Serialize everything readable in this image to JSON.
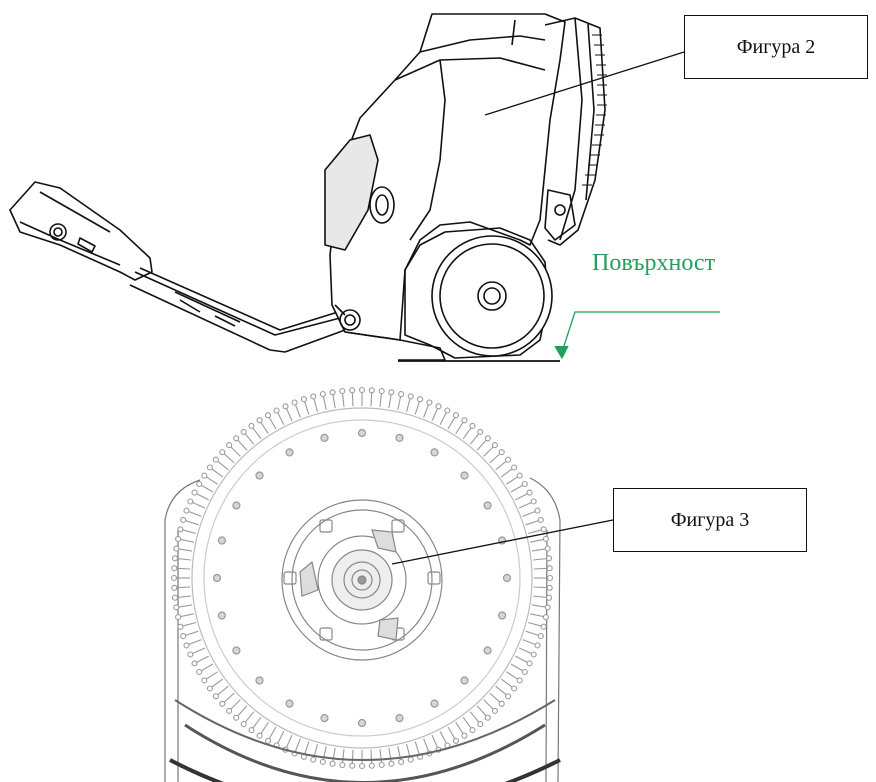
{
  "labels": {
    "figure2": "Фигура 2",
    "figure3": "Фигура 3",
    "surface": "Повърхност"
  },
  "colors": {
    "line": "#111111",
    "surface_label": "#22a05a",
    "shade": "#cfcfcf"
  }
}
